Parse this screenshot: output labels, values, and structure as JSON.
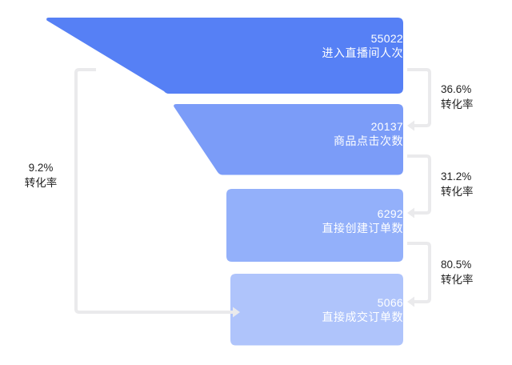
{
  "chart_data": {
    "type": "funnel",
    "title": "",
    "orientation": "vertical",
    "background": "#ffffff",
    "stages": [
      {
        "label": "进入直播间人次",
        "value": "55022",
        "value_num": 55022,
        "color": "#5680F5"
      },
      {
        "label": "商品点击次数",
        "value": "20137",
        "value_num": 20137,
        "color": "#7B9CF8"
      },
      {
        "label": "直接创建订单数",
        "value": "6292",
        "value_num": 6292,
        "color": "#93B0FA"
      },
      {
        "label": "直接成交订单数",
        "value": "5066",
        "value_num": 5066,
        "color": "#AFC4FB"
      }
    ],
    "step_conversions": [
      {
        "percent": "36.6%",
        "caption": "转化率",
        "from": "进入直播间人次",
        "to": "商品点击次数",
        "value": 36.6
      },
      {
        "percent": "31.2%",
        "caption": "转化率",
        "from": "商品点击次数",
        "to": "直接创建订单数",
        "value": 31.2
      },
      {
        "percent": "80.5%",
        "caption": "转化率",
        "from": "直接创建订单数",
        "to": "直接成交订单数",
        "value": 80.5
      }
    ],
    "overall_conversion": {
      "percent": "9.2%",
      "caption": "转化率",
      "from": "进入直播间人次",
      "to": "直接成交订单数",
      "value": 9.2
    },
    "connector_color": "#EAEAEC",
    "label_text_color": "#232323",
    "stage_text_color": "#ffffff"
  }
}
